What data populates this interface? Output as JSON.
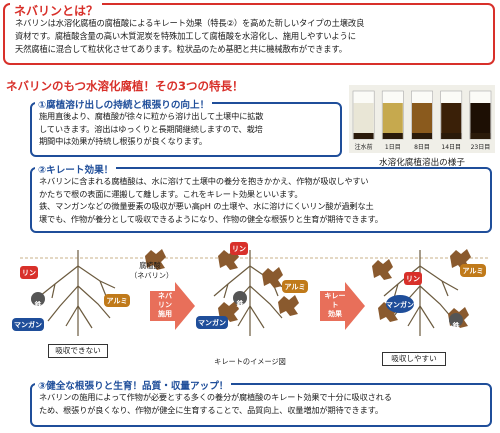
{
  "intro": {
    "title": "ネバリンとは？",
    "lines": [
      "ネバリンは水溶化腐植の腐植酸によるキレート効果（特長②）を高めた新しいタイプの土壌改良",
      "資材です。腐植酸含量の高い木質泥炭を特殊加工して腐植酸を水溶化し、施用しやすいように",
      "天然腐植に混合して粒状化させてあります。粒状品のため基肥と共に機械散布ができます。"
    ]
  },
  "headline": "ネバリンのもつ水溶化腐植！その3つの特長！",
  "features": [
    {
      "title": "①腐植溶け出しの持続と根張りの向上！",
      "lines": [
        "施用直後より、腐植酸が徐々に粒から溶け出して土壌中に拡散",
        "していきます。溶出はゆっくりと長期間継続しますので、栽培",
        "期間中は効果が持続し根張りが良くなります。"
      ]
    },
    {
      "title": "②キレート効果！",
      "lines": [
        "ネバリンに含まれる腐植酸は、水に溶けて土壌中の養分を抱きかかえ、作物が吸収しやすい",
        "かたちで根の表面に運搬して離します。これをキレート効果といいます。",
        "鉄、マンガンなどの微量要素の吸収が悪い高pH の土壌や、水に溶けにくいリン酸が過剰な土",
        "壌でも、作物が養分として吸収できるようになり、作物の健全な根張りと生育が期待できます。"
      ]
    },
    {
      "title": "③健全な根張りと生育！品質・収量アップ！",
      "lines": [
        "ネバリンの施用によって作物が必要とする多くの養分が腐植酸のキレート効果で十分に吸収される",
        "ため、根張りが良くなり、作物が健全に生育することで、品質向上、収量増加が期待できます。"
      ]
    }
  ],
  "photo": {
    "caption": "水溶化腐植溶出の様子",
    "jar_labels": [
      "注水前",
      "1日目",
      "8日目",
      "14日目",
      "23日目"
    ],
    "jar_colors": [
      "#e9e6d6",
      "#c6a94e",
      "#8a5a1d",
      "#3a2008",
      "#1d0f04"
    ]
  },
  "diagram": {
    "left_caption": "吸収できない",
    "right_caption": "吸収しやすい",
    "center_caption": "キレートのイメージ図",
    "humic_label": "腐植酸",
    "humic_sub": "（ネバリン）",
    "arrow1": [
      "ネバ",
      "リン",
      "施用"
    ],
    "arrow2": [
      "キレー",
      "ト",
      "効果"
    ],
    "nutrients": {
      "rin": "リン",
      "tetsu": "鉄",
      "aruminium": "アルミ",
      "mangan": "マンガン"
    },
    "colors": {
      "rin": "#d8302a",
      "tetsu": "#555555",
      "aruminium": "#c07a1a",
      "mangan": "#1f4e9a",
      "humic": "#8a5a2e",
      "arrow": "#e86f5a"
    }
  }
}
